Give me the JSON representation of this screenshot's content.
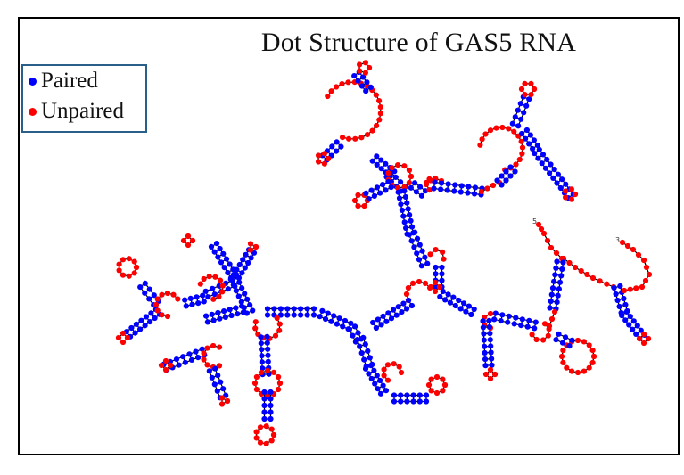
{
  "title": "Dot Structure of GAS5 RNA",
  "legend": {
    "items": [
      {
        "label": "Paired",
        "color": "#0000ff"
      },
      {
        "label": "Unpaired",
        "color": "#ff0000"
      }
    ]
  },
  "structure": {
    "rna_name": "GAS5",
    "end_labels": {
      "five_prime": "5",
      "three_prime": "3"
    },
    "colors": {
      "paired": "#0000ff",
      "unpaired": "#ff0000",
      "backbone": "#000000"
    }
  }
}
